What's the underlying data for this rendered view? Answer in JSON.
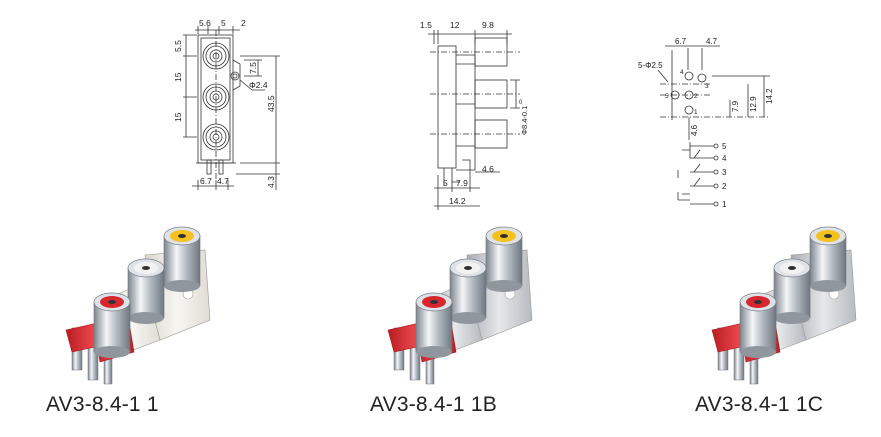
{
  "colors": {
    "line": "#333333",
    "red": "#d8262e",
    "red_dark": "#a5161d",
    "yellow": "#f3c21f",
    "white_body": "#ecebe6",
    "silver": "#c9cdd2",
    "chrome": "#9ca3ab"
  },
  "drawing1": {
    "dims_top": [
      "5.6",
      "5",
      "2"
    ],
    "dims_left": [
      "5.5",
      "15",
      "15"
    ],
    "dims_right": [
      "7.5",
      "43.5",
      "4.3"
    ],
    "hole": "Φ2.4",
    "dims_bottom": [
      "6.7",
      "4.7"
    ]
  },
  "drawing2": {
    "dims_top": [
      "1.5",
      "12",
      "9.8"
    ],
    "dim_mid": "Φ8.4-0.1",
    "dim_mid_sup": "0",
    "dims_bottom": [
      "4.6",
      "5",
      "7.9",
      "14.2"
    ]
  },
  "drawing3": {
    "dims_top": [
      "6.7",
      "4.7"
    ],
    "holes_label": "5-Φ2.5",
    "pin_labels": [
      "4",
      "5",
      "3",
      "2",
      "1"
    ],
    "dims_right": [
      "7.9",
      "12.9",
      "14.2"
    ],
    "dim_mid": "4.6",
    "schematic_pins": [
      "5",
      "4",
      "3",
      "2",
      "1"
    ]
  },
  "products": [
    {
      "label": "AV3-8.4-1  1",
      "body": "white"
    },
    {
      "label": "AV3-8.4-1  1B",
      "body": "silver"
    },
    {
      "label": "AV3-8.4-1  1C",
      "body": "silver"
    }
  ]
}
